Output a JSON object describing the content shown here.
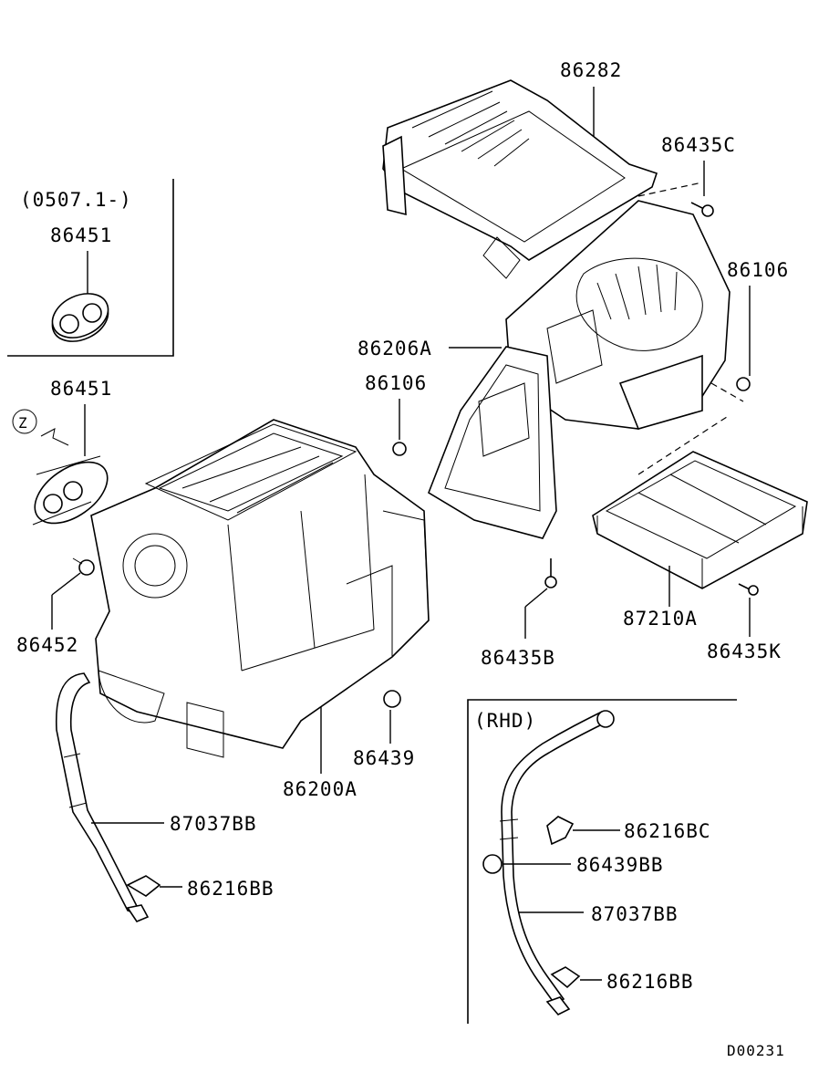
{
  "labels": {
    "p86282": "86282",
    "p86435C": "86435C",
    "p86106_right": "86106",
    "p86206A": "86206A",
    "p86106_mid": "86106",
    "p86451_top": "86451",
    "p86451_mid": "86451",
    "p86452": "86452",
    "p86439": "86439",
    "p86200A": "86200A",
    "p87037BB_left": "87037BB",
    "p86216BB_left": "86216BB",
    "p86435B": "86435B",
    "p87210A": "87210A",
    "p86435K": "86435K",
    "p86216BC": "86216BC",
    "p86439BB": "86439BB",
    "p87037BB_right": "87037BB",
    "p86216BB_right": "86216BB"
  },
  "notes": {
    "date_range": "(0507.1-)",
    "rhd": "(RHD)",
    "view_z": "Z",
    "diagram_code": "D00231"
  }
}
